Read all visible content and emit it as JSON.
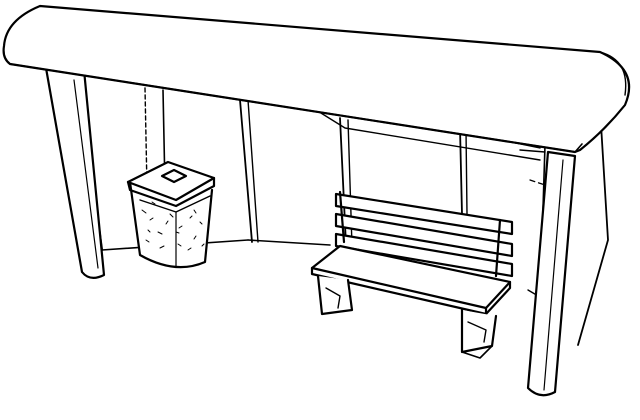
{
  "image": {
    "subject": "bus-shelter-line-drawing",
    "style": "black-and-white line art",
    "colors": {
      "background": "#ffffff",
      "line": "#000000",
      "fill": "#ffffff"
    },
    "objects": [
      "bus-shelter",
      "trash-can",
      "bench"
    ]
  }
}
